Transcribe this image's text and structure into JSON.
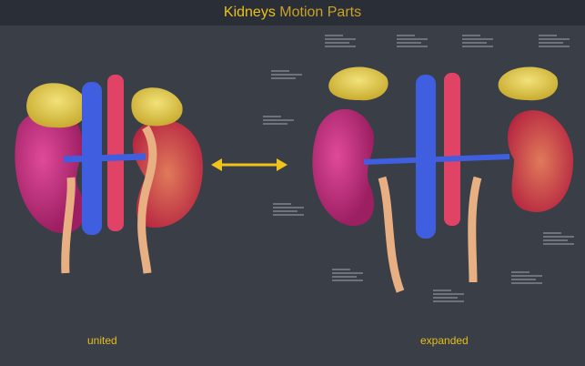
{
  "header": {
    "title_part1": "Kidneys",
    "title_part2": "Motion Parts"
  },
  "labels": {
    "united": "united",
    "expanded": "expanded"
  },
  "icons": {
    "arrow": "double-arrow-icon"
  },
  "colors": {
    "title": "#e8c21a",
    "background": "#3a3e47",
    "header": "#2a2e36",
    "arrow": "#f0c419"
  }
}
